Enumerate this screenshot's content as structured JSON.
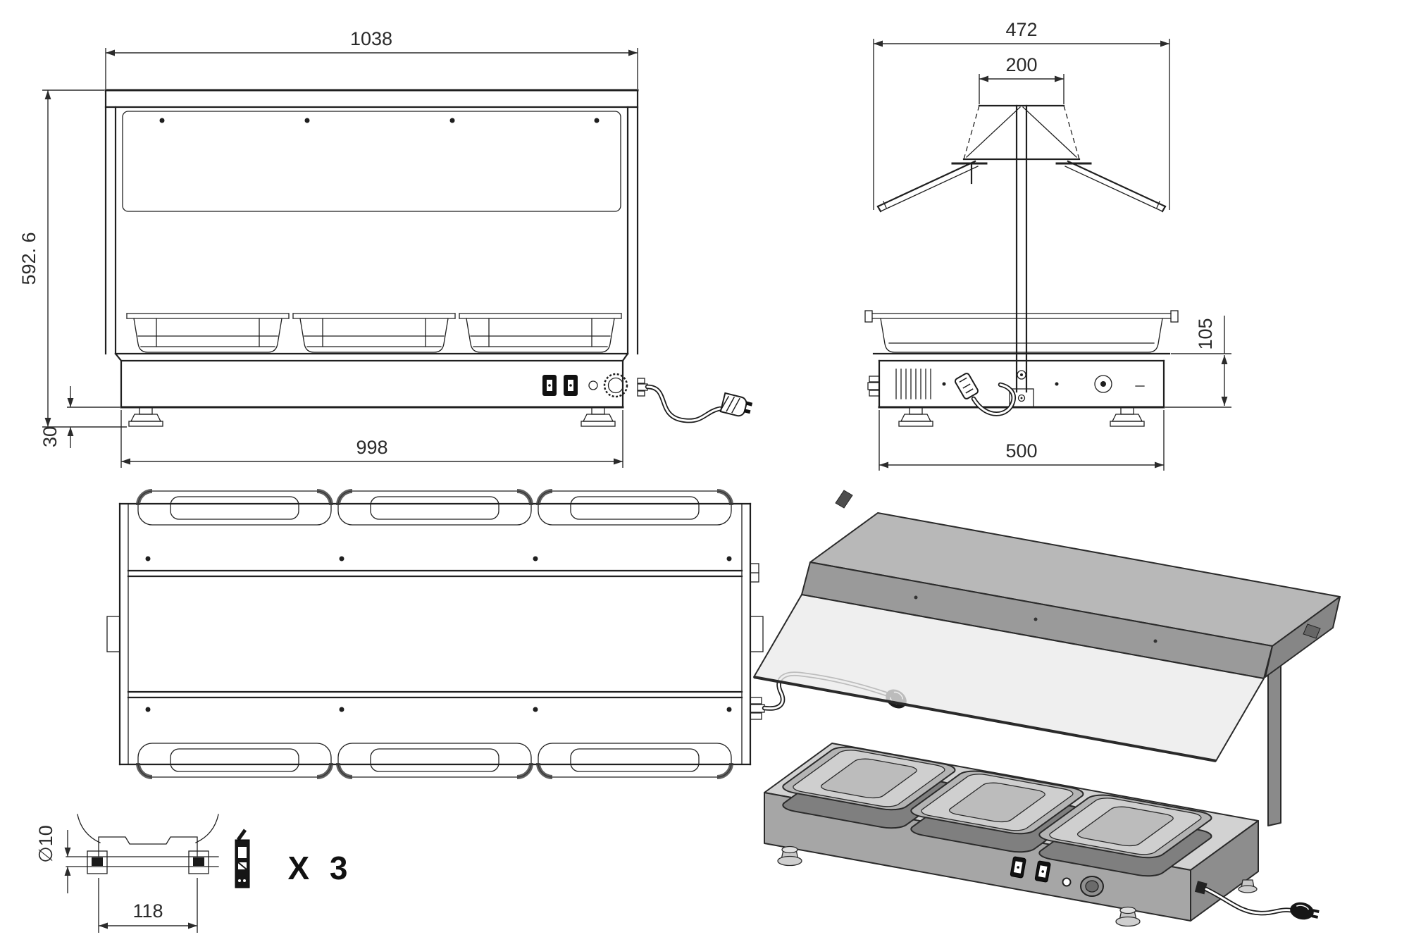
{
  "drawing": {
    "background": "#ffffff",
    "line_color": "#1f1f1f",
    "views": {
      "front": {
        "dims": {
          "overall_width": "1038",
          "overall_height": "592. 6",
          "foot_height": "30",
          "base_width": "998"
        }
      },
      "side": {
        "dims": {
          "canopy_width": "472",
          "canopy_mount_width": "200",
          "base_height": "105",
          "base_depth": "500"
        }
      },
      "detail": {
        "dims": {
          "rod_diameter": "∅10",
          "bracket_width": "118"
        },
        "quantity": "X 3"
      }
    },
    "colors": {
      "canopy_top": "#b8b8b8",
      "canopy_front": "#9a9a9a",
      "canopy_side": "#868686",
      "glass": "#ebebeb",
      "pan_rim": "#b4b4b4",
      "pan_inner": "#cfcfcf",
      "pan_bottom": "#bcbcbc",
      "pan_wall": "#7f7f7f",
      "base_top": "#d2d2d2",
      "base_front": "#a6a6a6",
      "base_side": "#8d8d8d",
      "post": "#8a8a8a"
    }
  }
}
